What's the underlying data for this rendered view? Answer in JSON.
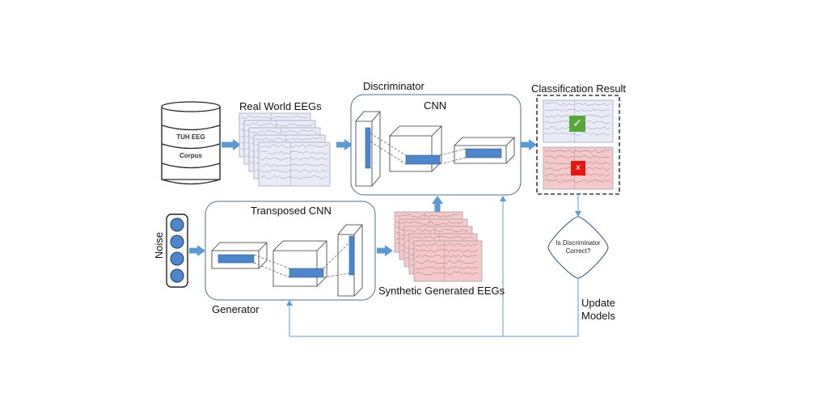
{
  "labels": {
    "discriminator": "Discriminator",
    "cnn": "CNN",
    "classification_result": "Classification Result",
    "real_world_eegs": "Real World EEGs",
    "tuh_eeg": "TUH EEG",
    "corpus": "Corpus",
    "transposed_cnn": "Transposed CNN",
    "noise": "Noise",
    "generator": "Generator",
    "synthetic_generated_eegs": "Synthetic Generated EEGs",
    "decision_question": "Is Discriminator Correct?",
    "update_models_line1": "Update",
    "update_models_line2": "Models",
    "correct_mark": "✓",
    "wrong_mark": "x"
  },
  "colors": {
    "arrow": "#5b9bd5",
    "line": "#5b9bd5",
    "real_eeg_bg": "#e9ebf8",
    "synthetic_eeg_bg": "#f4c9c9",
    "layer_blue": "#4f86c9",
    "correct_bg": "#5aa43c",
    "wrong_bg": "#e81414"
  },
  "icons": [
    "database-icon",
    "noise-input-icon",
    "checkmark-icon",
    "cross-icon"
  ]
}
